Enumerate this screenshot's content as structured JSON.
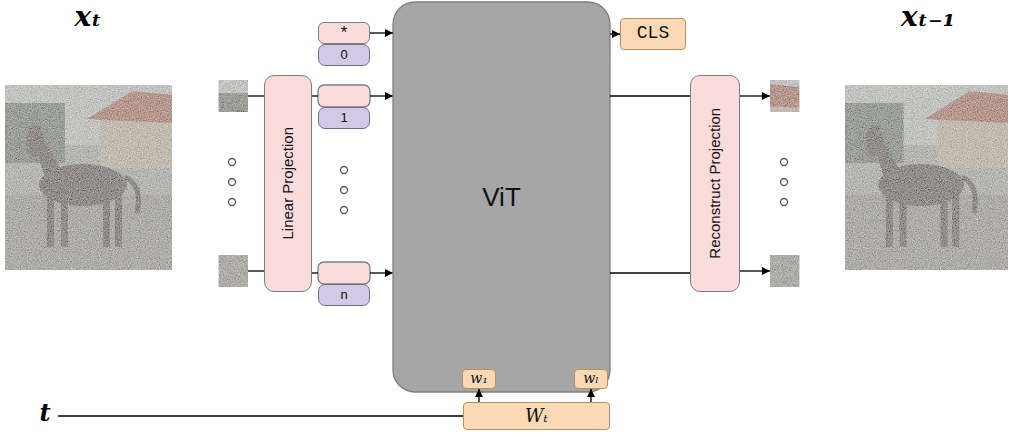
{
  "diagram": {
    "nodes": [
      {
        "text": [
          "Linear Projection"
        ]
      },
      {
        "text": [
          "*"
        ]
      },
      {
        "text": [
          "0"
        ]
      },
      {
        "text": [
          "1"
        ]
      },
      {
        "text": [
          "n"
        ]
      },
      {
        "text": [
          "ViT"
        ]
      },
      {
        "text": [
          "w₁"
        ],
        "in": 5
      },
      {
        "text": [
          "wₗ"
        ],
        "in": 5
      },
      {
        "text": [
          "CLS"
        ]
      },
      {
        "text": [
          "Reconstruct Projection"
        ]
      },
      {
        "text": [
          "Wₜ"
        ]
      }
    ],
    "edges": [
      {
        "from": 1,
        "to": 5,
        "arrow": "to"
      },
      {
        "from": 5,
        "to": 8,
        "arrow": "to"
      },
      {
        "from": 5,
        "to": 9,
        "arrow": "none"
      },
      {
        "from": 5,
        "to": 9,
        "arrow": "none"
      },
      {
        "from": 10,
        "to": 6,
        "arrow": "to"
      },
      {
        "from": 10,
        "to": 7,
        "arrow": "to"
      }
    ],
    "labels": [
      "xₜ",
      "t",
      "xₜ₋₁"
    ]
  }
}
